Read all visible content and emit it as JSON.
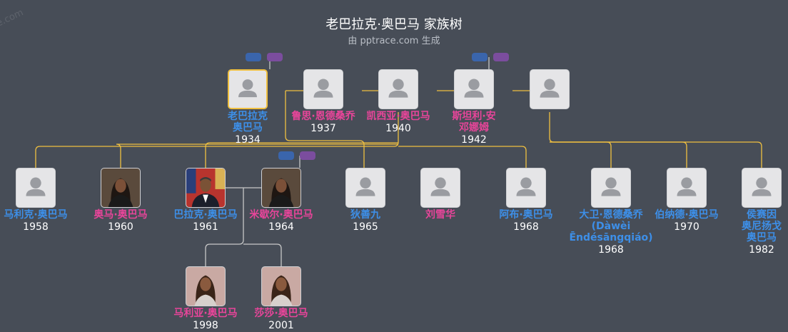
{
  "title": "老巴拉克·奥巴马 家族树",
  "subtitle": "由 pptrace.com 生成",
  "watermark": "e.com",
  "colors": {
    "male": "#3d8fe8",
    "female": "#e8459a",
    "link": "#f0c040",
    "line": "#c8c8c8",
    "background": "#474d57"
  },
  "people": [
    {
      "id": "sr",
      "name": "老巴拉克\n奥巴马",
      "year": "1934",
      "gender": "m",
      "photo": "placeholder",
      "selected": true
    },
    {
      "id": "ruth",
      "name": "鲁思·恩德桑乔",
      "year": "1937",
      "gender": "f",
      "photo": "placeholder"
    },
    {
      "id": "kez",
      "name": "凯西亚·奥巴马",
      "year": "1940",
      "gender": "f",
      "photo": "placeholder"
    },
    {
      "id": "ann",
      "name": "斯坦利·安\n邓娜姆",
      "year": "1942",
      "gender": "f",
      "photo": "placeholder"
    },
    {
      "id": "u5",
      "name": "",
      "year": "",
      "gender": "m",
      "photo": "placeholder"
    },
    {
      "id": "malik",
      "name": "马利克·奥巴马",
      "year": "1958",
      "gender": "m",
      "photo": "placeholder"
    },
    {
      "id": "auma",
      "name": "奥马·奥巴马",
      "year": "1960",
      "gender": "f",
      "photo": "woman-portrait"
    },
    {
      "id": "barack",
      "name": "巴拉克·奥巴马",
      "year": "1961",
      "gender": "m",
      "photo": "man-portrait"
    },
    {
      "id": "michelle",
      "name": "米歇尔·奥巴马",
      "year": "1964",
      "gender": "f",
      "photo": "woman-portrait"
    },
    {
      "id": "di",
      "name": "狄善九",
      "year": "1965",
      "gender": "m",
      "photo": "placeholder"
    },
    {
      "id": "liu",
      "name": "刘雪华",
      "year": "",
      "gender": "f",
      "photo": "placeholder"
    },
    {
      "id": "abo",
      "name": "阿布·奥巴马",
      "year": "1968",
      "gender": "m",
      "photo": "placeholder"
    },
    {
      "id": "david",
      "name": "大卫·恩德桑乔\n(Dàwèi\nĒndésāngqiáo)",
      "year": "1968",
      "gender": "m",
      "photo": "placeholder"
    },
    {
      "id": "bernard",
      "name": "伯纳德·奥巴马",
      "year": "1970",
      "gender": "m",
      "photo": "placeholder"
    },
    {
      "id": "george",
      "name": "侯赛因\n奥尼扬戈\n奥巴马",
      "year": "1982",
      "gender": "m",
      "photo": "placeholder"
    },
    {
      "id": "malia",
      "name": "马利亚·奥巴马",
      "year": "1998",
      "gender": "f",
      "photo": "girl-portrait"
    },
    {
      "id": "sasha",
      "name": "莎莎·奥巴马",
      "year": "2001",
      "gender": "f",
      "photo": "girl-portrait"
    }
  ]
}
